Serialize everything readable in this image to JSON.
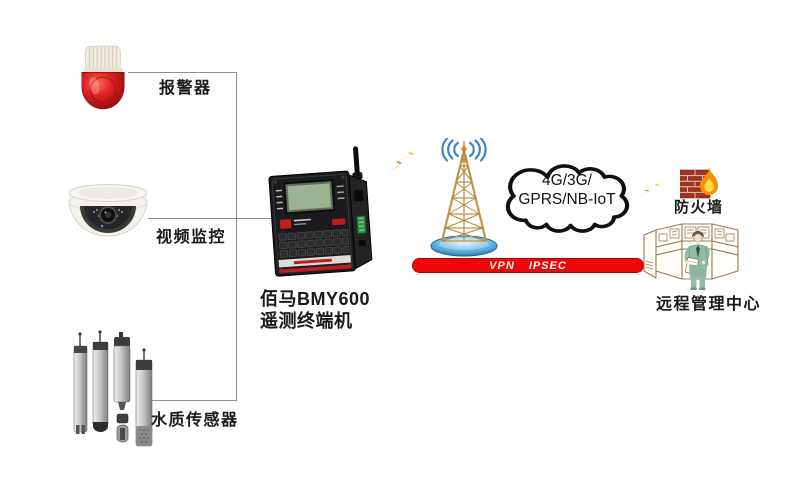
{
  "labels": {
    "alarm": "报警器",
    "camera": "视频监控",
    "water_sensors": "水质传感器",
    "terminal_line1": "佰马BMY600",
    "terminal_line2": "遥测终端机",
    "cloud_line1": "4G/3G/",
    "cloud_line2": "GPRS/NB-IoT",
    "vpn": "VPN IPSEC",
    "firewall": "防火墙",
    "management_center": "远程管理中心"
  },
  "icons": {
    "alarm_beacon": "red beacon light with white ribbed cap",
    "dome_camera": "white dome surveillance camera",
    "water_sensors": "four cylindrical probe sensors",
    "telemetry_terminal": "black RTU box with LCD, keypad and antenna",
    "lightning_bolt_left": "orange zigzag wireless link bolt",
    "lightning_bolt_right": "orange zigzag wireless link bolt",
    "radio_tower": "gold lattice mast with blue signal waves on blue base",
    "network_cloud": "black outlined cloud",
    "firewall": "red brick wall with flame",
    "control_room": "tan line-art curved console with teal operator holding clipboard"
  },
  "colors": {
    "background": "#ffffff",
    "connector_line": "#8f8f8f",
    "label_text": "#1a1a1a",
    "alarm_red": "#c81414",
    "lcd_green": "#9cb292",
    "accent_red": "#c21d1d",
    "bolt_orange": "#ff9d1a",
    "tower_gold": "#c2944a",
    "signal_blue": "#3d85c8",
    "tower_base_blue": "#1b6fa8",
    "cloud_outline": "#101010",
    "vpn_bar_red": "#ee0606",
    "brick_red": "#a23220",
    "flame_orange": "#f59103",
    "console_tan": "#9b7b56",
    "operator_teal": "#93bba9"
  }
}
